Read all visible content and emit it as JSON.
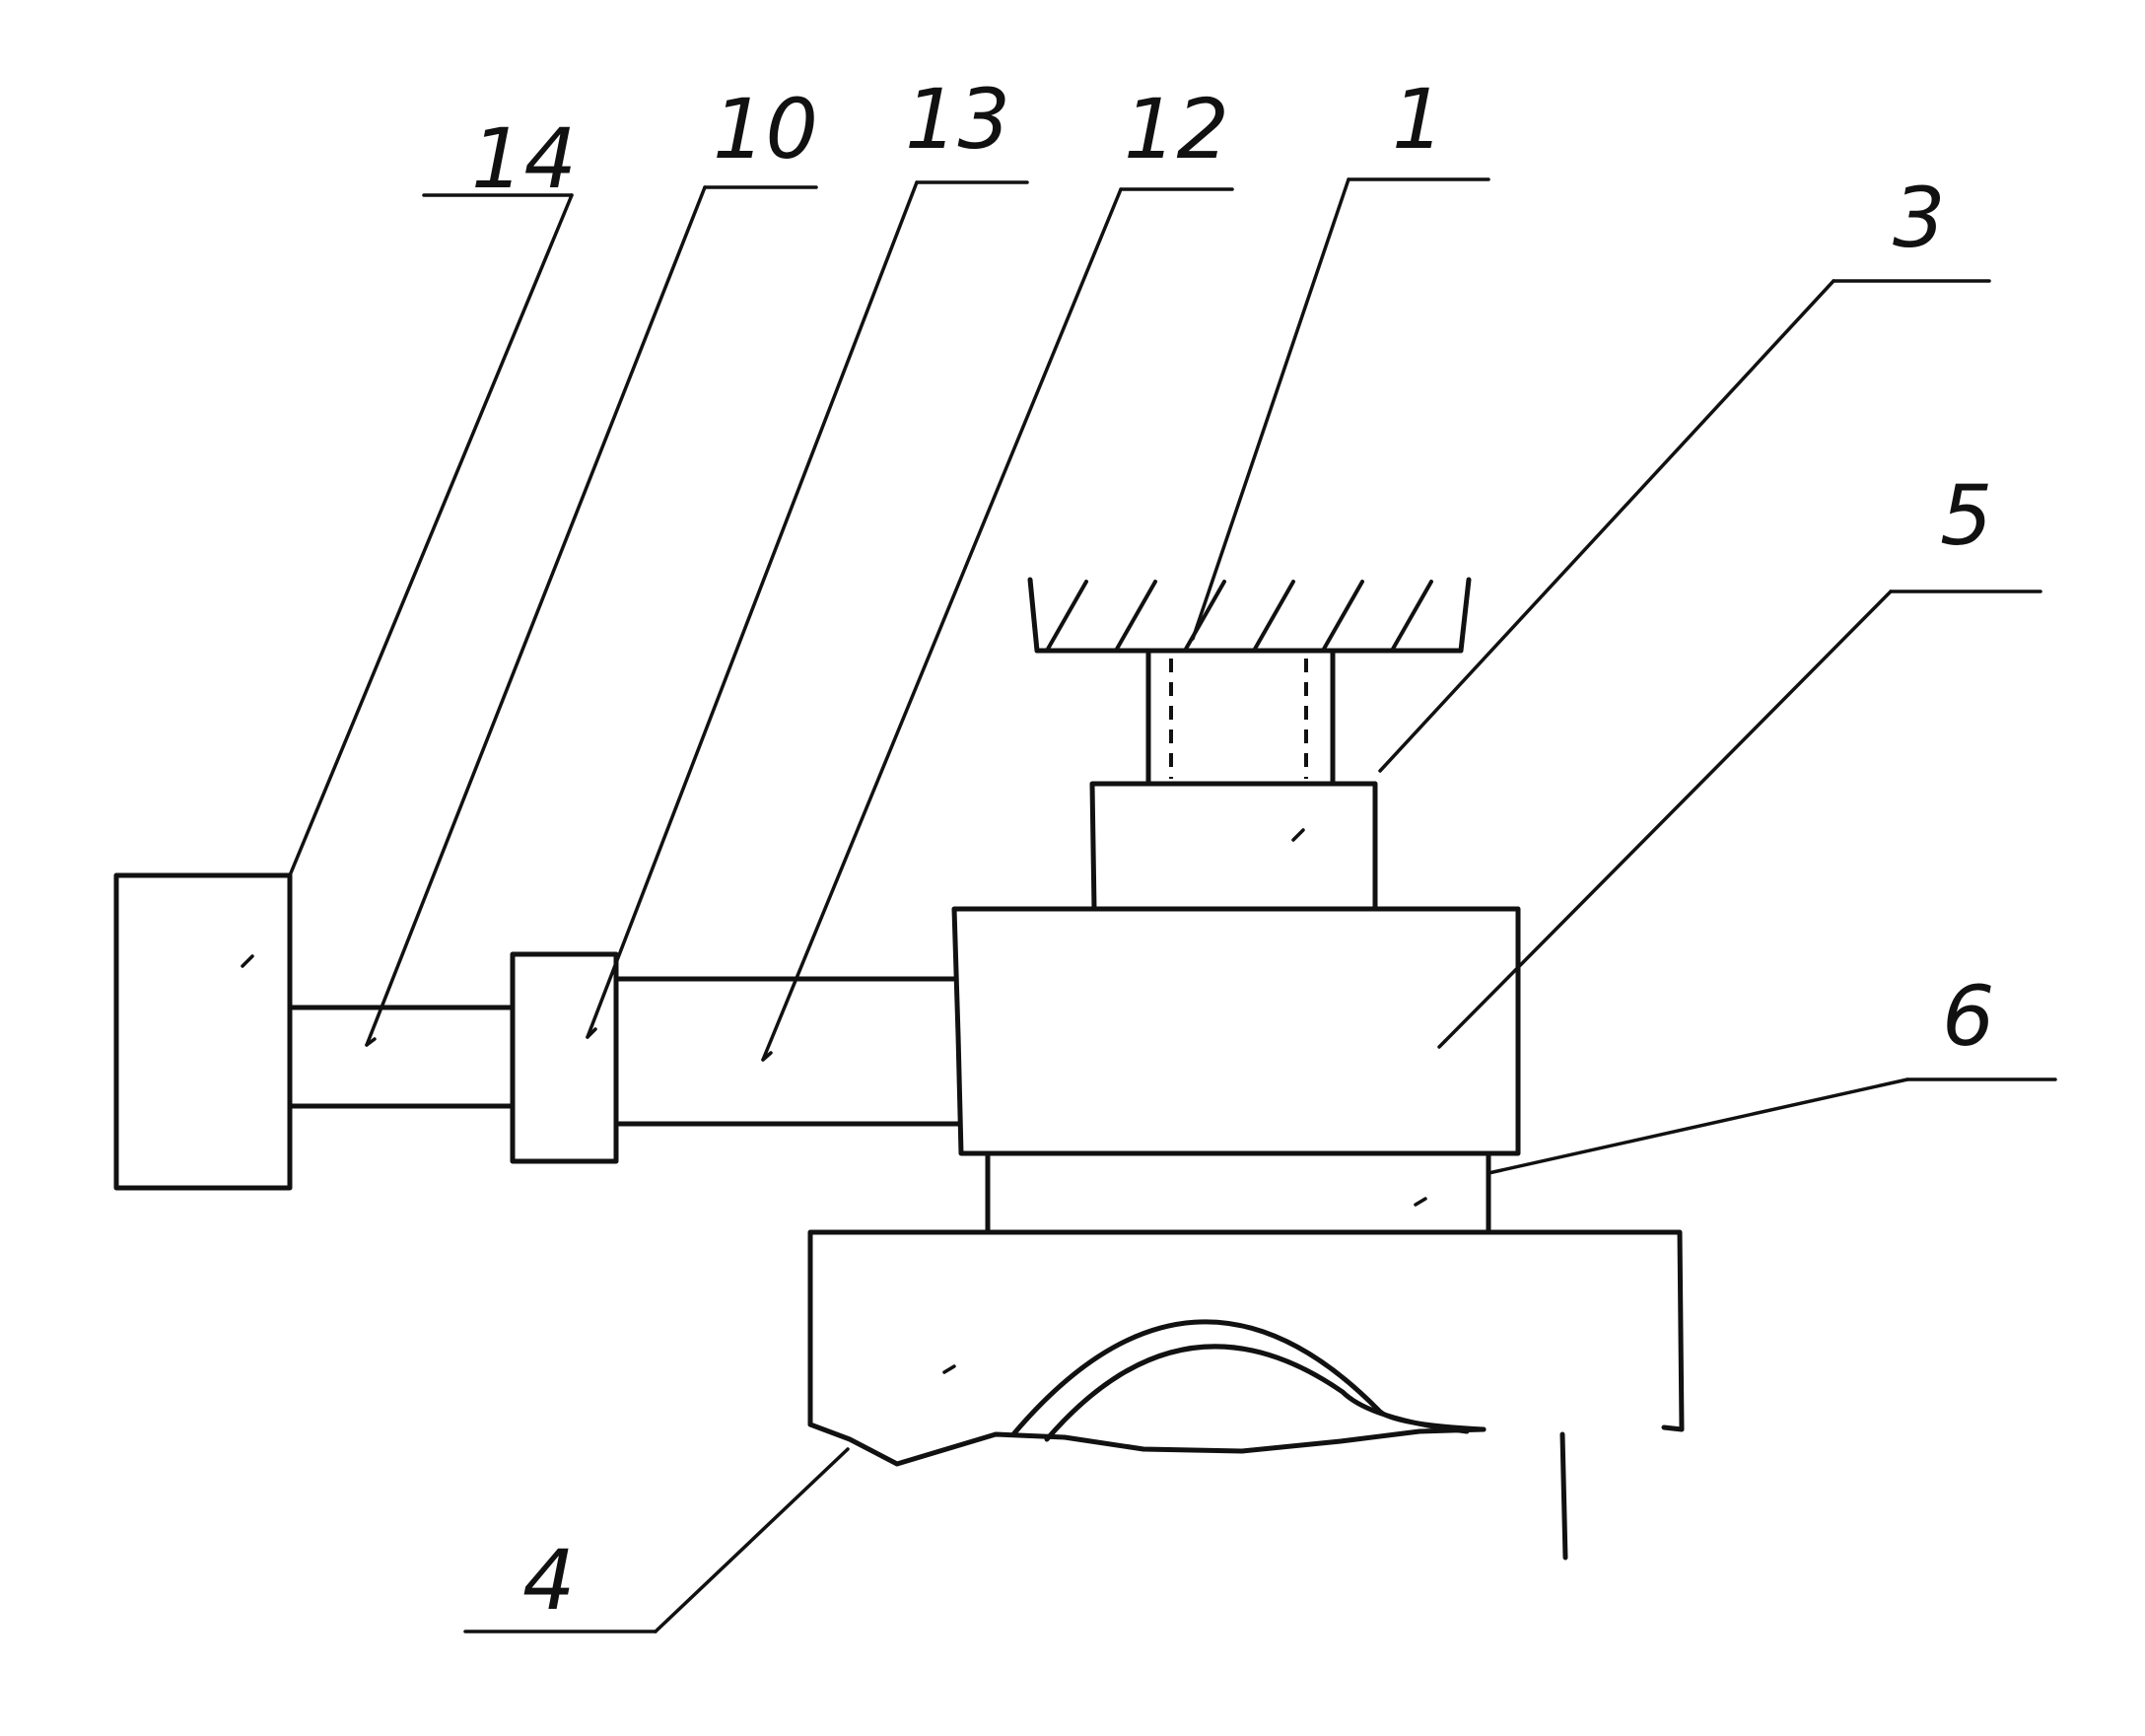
{
  "callouts": [
    {
      "id": "14",
      "text": "14"
    },
    {
      "id": "10",
      "text": "10"
    },
    {
      "id": "13",
      "text": "13"
    },
    {
      "id": "12",
      "text": "12"
    },
    {
      "id": "1",
      "text": "1"
    },
    {
      "id": "3",
      "text": "3"
    },
    {
      "id": "5",
      "text": "5"
    },
    {
      "id": "6",
      "text": "6"
    },
    {
      "id": "4",
      "text": "4"
    }
  ],
  "colors": {
    "ink": "#111111",
    "paper": "#ffffff"
  }
}
